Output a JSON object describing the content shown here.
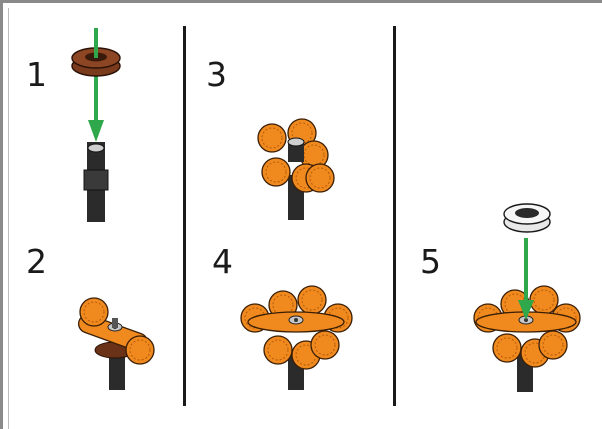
{
  "steps": [
    {
      "number": "1"
    },
    {
      "number": "2"
    },
    {
      "number": "3"
    },
    {
      "number": "4"
    },
    {
      "number": "5"
    }
  ],
  "colors": {
    "orange": "#f08a1f",
    "orange_dark": "#b55a08",
    "brown": "#7a3a1c",
    "axle": "#2b2b2b",
    "arrow": "#2ea84a",
    "divider": "#1a1a1a",
    "white_part": "#f2f2f2"
  }
}
